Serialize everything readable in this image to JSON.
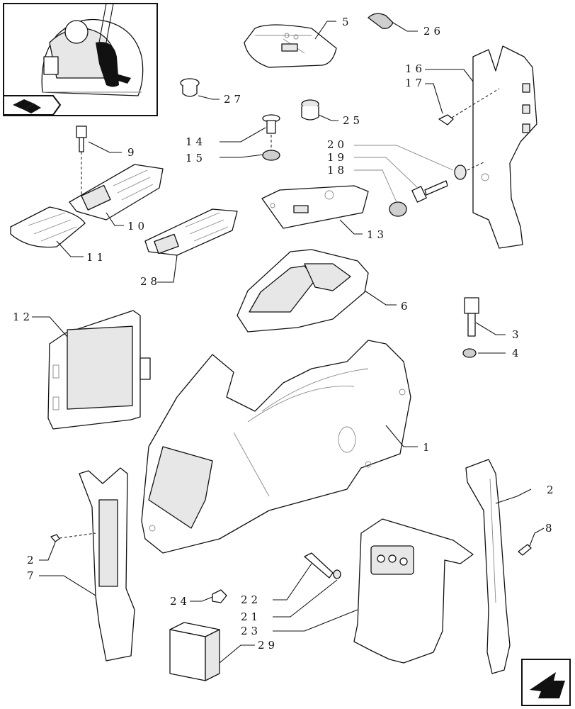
{
  "callouts": [
    {
      "id": "c1",
      "text": "1"
    },
    {
      "id": "c2a",
      "text": "2"
    },
    {
      "id": "c2b",
      "text": "2"
    },
    {
      "id": "c3",
      "text": "3"
    },
    {
      "id": "c4",
      "text": "4"
    },
    {
      "id": "c5",
      "text": "5"
    },
    {
      "id": "c6",
      "text": "6"
    },
    {
      "id": "c7",
      "text": "7"
    },
    {
      "id": "c8",
      "text": "8"
    },
    {
      "id": "c9",
      "text": "9"
    },
    {
      "id": "c10",
      "text": "10"
    },
    {
      "id": "c11",
      "text": "11"
    },
    {
      "id": "c12",
      "text": "12"
    },
    {
      "id": "c13",
      "text": "13"
    },
    {
      "id": "c14",
      "text": "14"
    },
    {
      "id": "c15",
      "text": "15"
    },
    {
      "id": "c16",
      "text": "16"
    },
    {
      "id": "c17",
      "text": "17"
    },
    {
      "id": "c18",
      "text": "18"
    },
    {
      "id": "c19",
      "text": "19"
    },
    {
      "id": "c20",
      "text": "20"
    },
    {
      "id": "c21",
      "text": "21"
    },
    {
      "id": "c22",
      "text": "22"
    },
    {
      "id": "c23",
      "text": "23"
    },
    {
      "id": "c24",
      "text": "24"
    },
    {
      "id": "c25",
      "text": "25"
    },
    {
      "id": "c26",
      "text": "26"
    },
    {
      "id": "c27",
      "text": "27"
    },
    {
      "id": "c28",
      "text": "28"
    },
    {
      "id": "c29",
      "text": "29"
    }
  ],
  "icons": {
    "inset": "tractor-cab-locator-icon",
    "corner_marker": "page-flag-icon",
    "next_page": "next-page-arrow-icon"
  }
}
